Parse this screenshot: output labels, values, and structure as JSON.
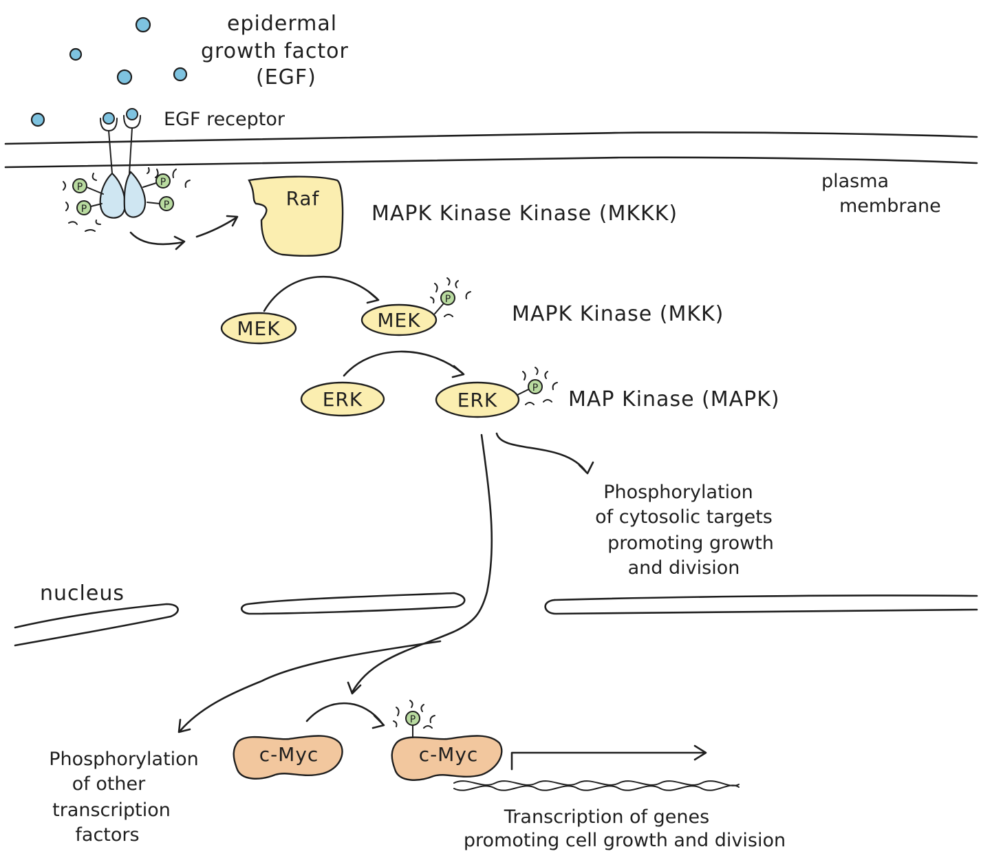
{
  "labels": {
    "egf_line1": "epidermal",
    "egf_line2": "growth factor",
    "egf_line3": "(EGF)",
    "egf_receptor": "EGF receptor",
    "plasma_line1": "plasma",
    "plasma_line2": "membrane",
    "mkkk": "MAPK Kinase Kinase (MKKK)",
    "mkk": "MAPK Kinase (MKK)",
    "mapk": "MAP Kinase (MAPK)",
    "cyto_line1": "Phosphorylation",
    "cyto_line2": "of cytosolic targets",
    "cyto_line3": "promoting growth",
    "cyto_line4": "and division",
    "nucleus": "nucleus",
    "tf_line1": "Phosphorylation",
    "tf_line2": "of other",
    "tf_line3": "transcription",
    "tf_line4": "factors",
    "tx_line1": "Transcription of genes",
    "tx_line2": "promoting cell growth and division"
  },
  "proteins": {
    "raf": "Raf",
    "mek_inactive": "MEK",
    "mek_active": "MEK",
    "erk_inactive": "ERK",
    "erk_active": "ERK",
    "cmyc_inactive": "c-Myc",
    "cmyc_active": "c-Myc"
  },
  "phosphate": "P",
  "colors": {
    "egf": "#7ec3e0",
    "receptor": "#cfe6f2",
    "phosphate": "#b9dba0",
    "kinase": "#fbeeb0",
    "kinase_stroke": "#1e1e1e",
    "cmyc": "#f2c79e"
  }
}
